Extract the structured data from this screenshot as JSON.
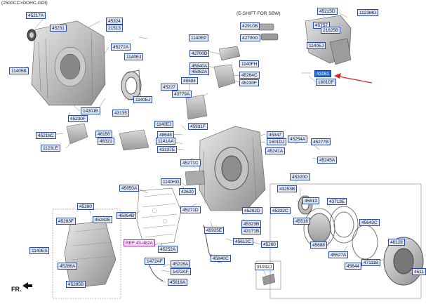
{
  "header": {
    "engine_spec": "(2500CC>DOHC-GDI)"
  },
  "eshift_title": "(E-SHIFT FOR SBW)",
  "front_marker": "FR.",
  "colors": {
    "label_fill": "#dfe8fb",
    "label_border": "#2b4ba8",
    "highlight": "#1f6fd6",
    "ref_fill": "#fbe3fa",
    "arrow": "#e02020"
  },
  "parts": [
    {
      "id": "p45217A",
      "text": "45217A"
    },
    {
      "id": "p45324",
      "text": "45324"
    },
    {
      "id": "p21513",
      "text": "21513"
    },
    {
      "id": "p45231",
      "text": "45231"
    },
    {
      "id": "p45272A",
      "text": "45272A"
    },
    {
      "id": "p1140E_1",
      "text": "1140EJ"
    },
    {
      "id": "p11405B",
      "text": "11405B"
    },
    {
      "id": "p1140E_2",
      "text": "1140EJ"
    },
    {
      "id": "p1430JB",
      "text": "1430JB"
    },
    {
      "id": "p43135",
      "text": "43135"
    },
    {
      "id": "p45230F",
      "text": "45230F"
    },
    {
      "id": "p45218C",
      "text": "45218C"
    },
    {
      "id": "p1123LE",
      "text": "1123LE"
    },
    {
      "id": "p1140EP",
      "text": "1140EP"
    },
    {
      "id": "p42910B",
      "text": "42910B"
    },
    {
      "id": "p42700G",
      "text": "42700G"
    },
    {
      "id": "p42700B",
      "text": "42700B"
    },
    {
      "id": "p45840A",
      "text": "45840A"
    },
    {
      "id": "p45952A",
      "text": "45952A"
    },
    {
      "id": "p1140FH",
      "text": "1140FH"
    },
    {
      "id": "p45264C",
      "text": "45264C"
    },
    {
      "id": "p45230F_2",
      "text": "45230F"
    },
    {
      "id": "p45584",
      "text": "45584"
    },
    {
      "id": "p45227",
      "text": "45227"
    },
    {
      "id": "p43779A",
      "text": "43779A"
    },
    {
      "id": "p45215D",
      "text": "45215D"
    },
    {
      "id": "p1123MG",
      "text": "1123MG"
    },
    {
      "id": "p45757",
      "text": "45757"
    },
    {
      "id": "p21625B",
      "text": "21625B"
    },
    {
      "id": "p1140EJ_3",
      "text": "1140EJ"
    },
    {
      "id": "p43161",
      "text": "43161"
    },
    {
      "id": "p1601DF",
      "text": "1601DF"
    },
    {
      "id": "p1140EJ_4",
      "text": "1140EJ"
    },
    {
      "id": "p45931F",
      "text": "45931F"
    },
    {
      "id": "p46150",
      "text": "46150"
    },
    {
      "id": "p46321",
      "text": "46321"
    },
    {
      "id": "p48648",
      "text": "48648"
    },
    {
      "id": "p1141AA",
      "text": "1141AA"
    },
    {
      "id": "p43137E",
      "text": "43137E"
    },
    {
      "id": "p45271C",
      "text": "45271C"
    },
    {
      "id": "p45347",
      "text": "45347"
    },
    {
      "id": "p1601DJ",
      "text": "1601DJ"
    },
    {
      "id": "p45241A",
      "text": "45241A"
    },
    {
      "id": "p45254A",
      "text": "45254A"
    },
    {
      "id": "p45277B",
      "text": "45277B"
    },
    {
      "id": "p45245A",
      "text": "45245A"
    },
    {
      "id": "p45320D",
      "text": "45320D"
    },
    {
      "id": "p1140HG",
      "text": "1140HG"
    },
    {
      "id": "p42620",
      "text": "42620"
    },
    {
      "id": "p45950A",
      "text": "45950A"
    },
    {
      "id": "p45954B",
      "text": "45954B"
    },
    {
      "id": "p45271D",
      "text": "45271D"
    },
    {
      "id": "p45262D",
      "text": "45262D"
    },
    {
      "id": "p45280",
      "text": "45280"
    },
    {
      "id": "p45283F",
      "text": "45283F"
    },
    {
      "id": "p45282E",
      "text": "45282E"
    },
    {
      "id": "p45925E",
      "text": "45925E"
    },
    {
      "id": "p45323B",
      "text": "45323B"
    },
    {
      "id": "p43171B",
      "text": "43171B"
    },
    {
      "id": "pREF",
      "text": "REF 43-462A"
    },
    {
      "id": "p45612C",
      "text": "45612C"
    },
    {
      "id": "p45260",
      "text": "45260"
    },
    {
      "id": "p45252A",
      "text": "45252A"
    },
    {
      "id": "p1140ES",
      "text": "1140ES"
    },
    {
      "id": "p45840C",
      "text": "45840C"
    },
    {
      "id": "p1472AF",
      "text": "1472AF"
    },
    {
      "id": "p45228A",
      "text": "45228A"
    },
    {
      "id": "p1472AF_2",
      "text": "1472AF"
    },
    {
      "id": "p45616A",
      "text": "45616A"
    },
    {
      "id": "p45286A",
      "text": "45286A"
    },
    {
      "id": "p45285B",
      "text": "45285B"
    },
    {
      "id": "p91932J",
      "text": "91932J"
    },
    {
      "id": "p43253B",
      "text": "43253B"
    },
    {
      "id": "p45813",
      "text": "45813"
    },
    {
      "id": "p43713E",
      "text": "43713E"
    },
    {
      "id": "p45332C",
      "text": "45332C"
    },
    {
      "id": "p45516",
      "text": "45516"
    },
    {
      "id": "p45643C",
      "text": "45643C"
    },
    {
      "id": "p45688",
      "text": "45688"
    },
    {
      "id": "p45527A",
      "text": "45527A"
    },
    {
      "id": "p45644",
      "text": "45644"
    },
    {
      "id": "p47111B",
      "text": "47111B"
    },
    {
      "id": "p46128",
      "text": "46128"
    },
    {
      "id": "p4511",
      "text": "4511"
    }
  ]
}
